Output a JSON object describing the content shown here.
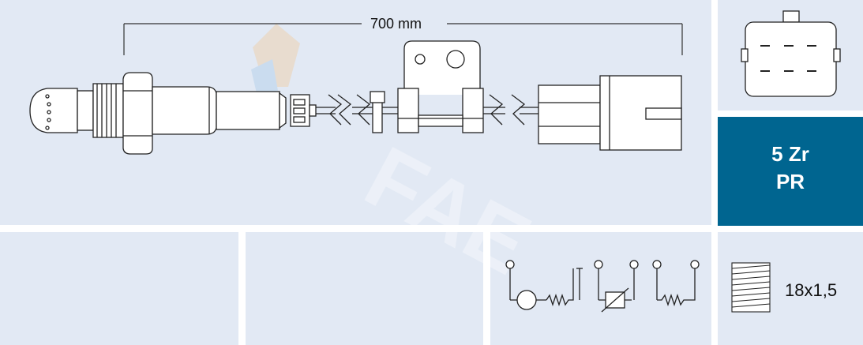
{
  "dimension": {
    "length_label": "700 mm"
  },
  "sensor_type": {
    "line1": "5 Zr",
    "line2": "PR"
  },
  "thread": {
    "size_label": "18x1,5"
  },
  "watermark": {
    "text": "FAE"
  },
  "colors": {
    "panel_bg": "#e2e9f4",
    "accent_blue": "#006590",
    "line": "#222222"
  }
}
